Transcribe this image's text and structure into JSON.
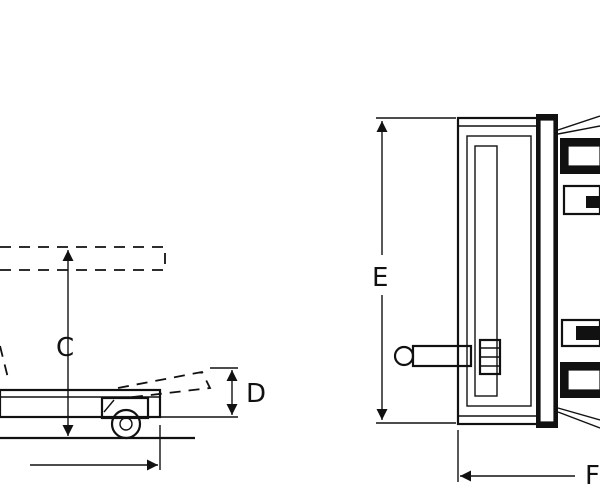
{
  "labels": {
    "c": "C",
    "d": "D",
    "e": "E",
    "f": "F"
  }
}
